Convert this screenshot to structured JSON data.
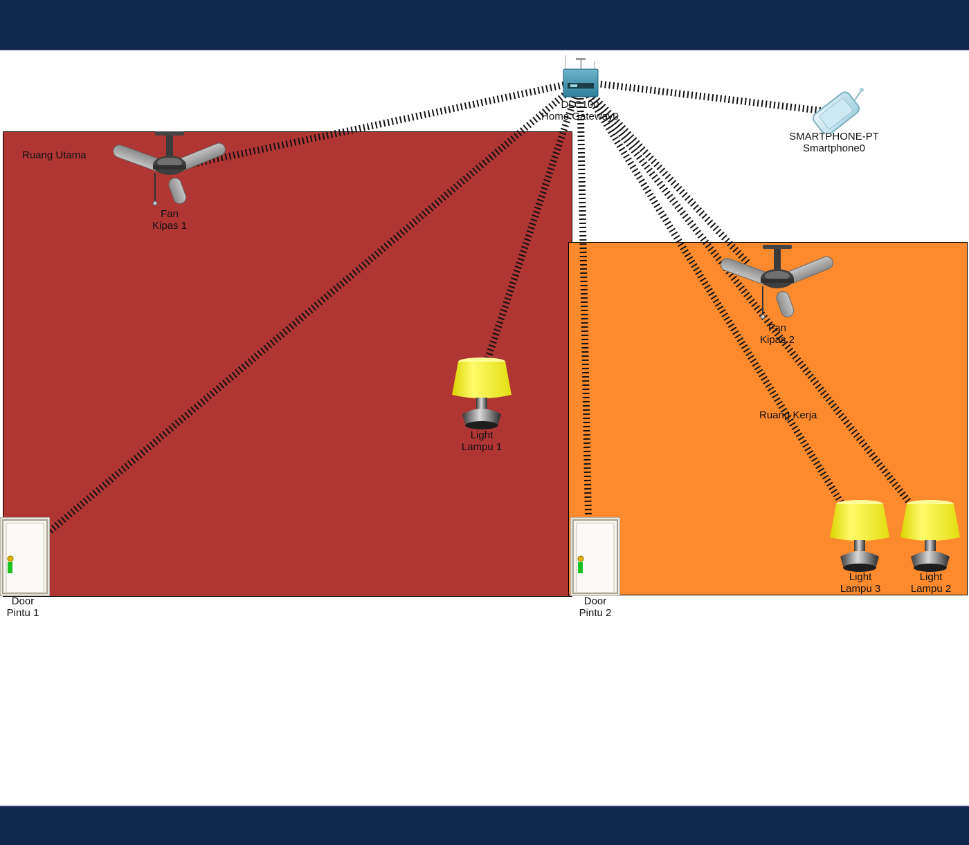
{
  "window": {
    "top_bar_color": "#10284e",
    "bottom_bar_color": "#10284e"
  },
  "rooms": [
    {
      "id": "room1",
      "label": "Ruang Utama",
      "color": "#b03634"
    },
    {
      "id": "room2",
      "label": "Ruang Kerja",
      "color": "#fe8a2e"
    }
  ],
  "devices": {
    "gateway": {
      "type": "DLC100",
      "name": "Home Gateway0",
      "icon": "home-gateway-icon"
    },
    "smartphone": {
      "type": "SMARTPHONE-PT",
      "name": "Smartphone0",
      "icon": "smartphone-icon"
    },
    "fan1": {
      "type": "Fan",
      "name": "Kipas 1",
      "icon": "ceiling-fan-icon"
    },
    "fan2": {
      "type": "Fan",
      "name": "Kipas 2",
      "icon": "ceiling-fan-icon"
    },
    "light1": {
      "type": "Light",
      "name": "Lampu 1",
      "icon": "lamp-icon"
    },
    "light2": {
      "type": "Light",
      "name": "Lampu 2",
      "icon": "lamp-icon"
    },
    "light3": {
      "type": "Light",
      "name": "Lampu 3",
      "icon": "lamp-icon"
    },
    "door1": {
      "type": "Door",
      "name": "Pintu 1",
      "icon": "door-icon"
    },
    "door2": {
      "type": "Door",
      "name": "Pintu 2",
      "icon": "door-icon"
    }
  },
  "wireless_links": [
    {
      "from": "gateway",
      "to": "smartphone"
    },
    {
      "from": "gateway",
      "to": "fan1"
    },
    {
      "from": "gateway",
      "to": "fan2"
    },
    {
      "from": "gateway",
      "to": "light1"
    },
    {
      "from": "gateway",
      "to": "light2"
    },
    {
      "from": "gateway",
      "to": "light3"
    },
    {
      "from": "gateway",
      "to": "door1"
    },
    {
      "from": "gateway",
      "to": "door2"
    }
  ]
}
